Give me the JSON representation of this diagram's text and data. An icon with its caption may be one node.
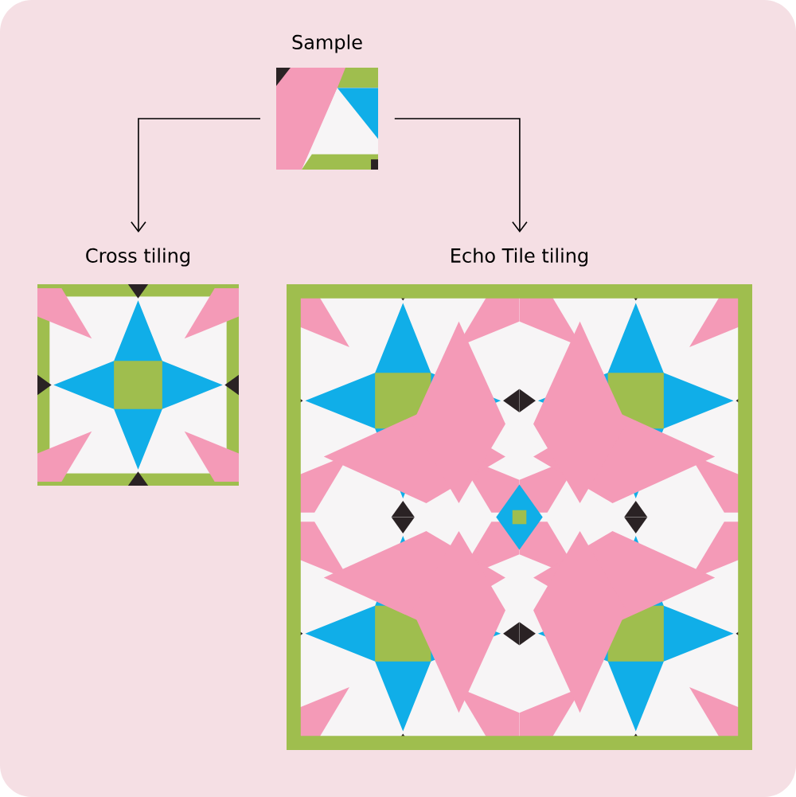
{
  "diagram": {
    "nodes": [
      {
        "text": [
          "Sample"
        ]
      },
      {
        "text": [
          "Cross tiling"
        ]
      },
      {
        "text": [
          "Echo Tile tiling"
        ]
      }
    ],
    "edges": [
      {
        "from": 0,
        "to": 1,
        "arrow": "to"
      },
      {
        "from": 0,
        "to": 2,
        "arrow": "to"
      }
    ]
  }
}
